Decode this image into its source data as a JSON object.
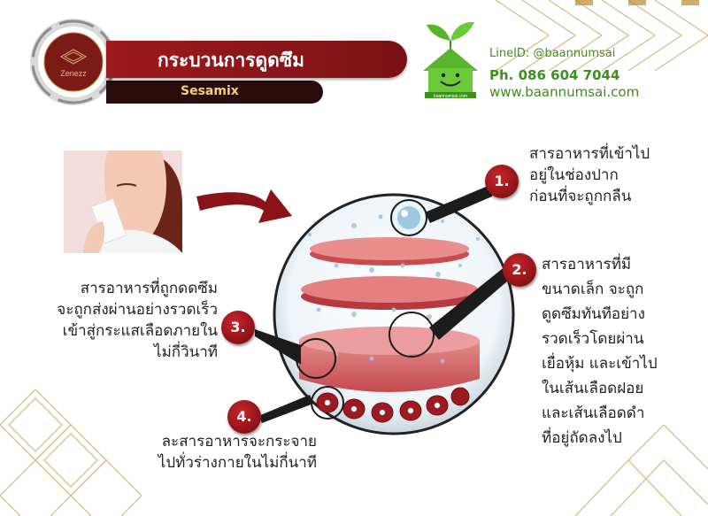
{
  "header": {
    "logo_text": "Zenezz",
    "title": "กระบวนการดูดซึม",
    "subtitle": "Sesamix"
  },
  "contact": {
    "line_id": "LineID: @baannumsai",
    "phone": "Ph. 086 604 7044",
    "website": "www.baannumsai.com",
    "logo_caption": "baannumsai.com"
  },
  "steps": [
    {
      "number": "1.",
      "lines": [
        "สารอาหารที่เข้าไป",
        "อยู่ในช่องปาก",
        "ก่อนที่จะถูกกลืน"
      ]
    },
    {
      "number": "2.",
      "lines": [
        "สารอาหารที่มี",
        "ขนาดเล็ก จะถูก",
        "ดูดซึมทันทีอย่าง",
        "รวดเร็วโดยผ่าน",
        "เยื่อหุ้ม และเข้าไป",
        "ในเส้นเลือดฝอย",
        "และเส้นเลือดดำ",
        "ที่อยู่ถัดลงไป"
      ]
    },
    {
      "number": "3.",
      "lines": [
        "สารอาหารที่ถูกดดซึม",
        "จะถูกส่งผ่านอย่างรวดเร็ว",
        "เข้าสู่กระแสเลือดภายใน",
        "ไม่กี่วินาที"
      ]
    },
    {
      "number": "4.",
      "lines": [
        "ละสารอาหารจะกระจาย",
        "ไปทั่วร่างกายในไม่กี่นาที"
      ]
    }
  ],
  "colors": {
    "accent_red": "#9e1a1d",
    "dark_bar": "#2a0c0c",
    "subtitle_gold": "#f1d27a",
    "contact_green": "#3f8f1f",
    "deco_gold": "#d8b878"
  },
  "icons": [
    "house-smile-logo",
    "arrow-right-icon",
    "zenezz-logo"
  ]
}
